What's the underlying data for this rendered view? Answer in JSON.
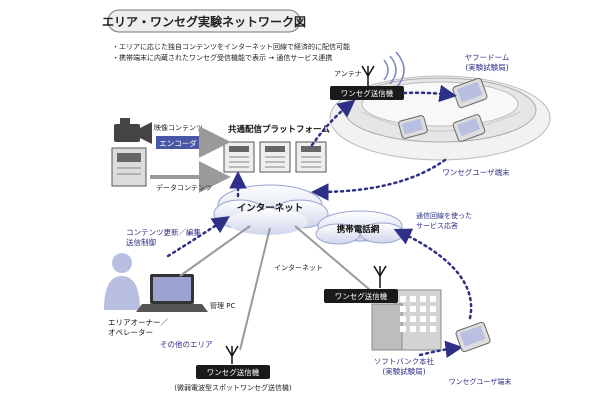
{
  "title": "エリア・ワンセグ実験ネットワーク図",
  "bullets": [
    "・エリアに応じた独自コンテンツをインターネット回線で経済的に配信可能",
    "・携帯端末に内蔵されたワンセグ受信機能で表示 → 通信サービス連携"
  ],
  "yafuu_dome": [
    "ヤフードーム",
    "(実験試験局)"
  ],
  "antenna_label": "アンテナ",
  "transmitter_label": "ワンセグ送信機",
  "platform_title": "共通配信プラットフォーム",
  "video_content": "映像コンテンツ",
  "encoder": "エンコーダ",
  "data_content": "データコンテンツ",
  "internet": "インターネット",
  "internet_small": "インターネット",
  "oneseg_user_top": "ワンセグユーザ端末",
  "mobile_network": "携帯電話網",
  "comm_service": [
    "通信回線を使った",
    "サービス応答"
  ],
  "content_update": [
    "コンテンツ更新／編集",
    "送信制御"
  ],
  "admin_pc": "管理 PC",
  "area_owner": [
    "エリアオーナー／",
    "オペレーター"
  ],
  "other_area": "その他のエリア",
  "weak_transmitter": "(微弱電波型スポットワンセグ送信機)",
  "softbank": [
    "ソフトバンク本社",
    "(実験試験局)"
  ],
  "oneseg_user_bottom": "ワンセグユーザ端末",
  "colors": {
    "accent": "#2e2f86",
    "dark_box": "#1a1a1a",
    "encoder_blue": "#4a56a6",
    "cloud": "#e4e7f4"
  }
}
